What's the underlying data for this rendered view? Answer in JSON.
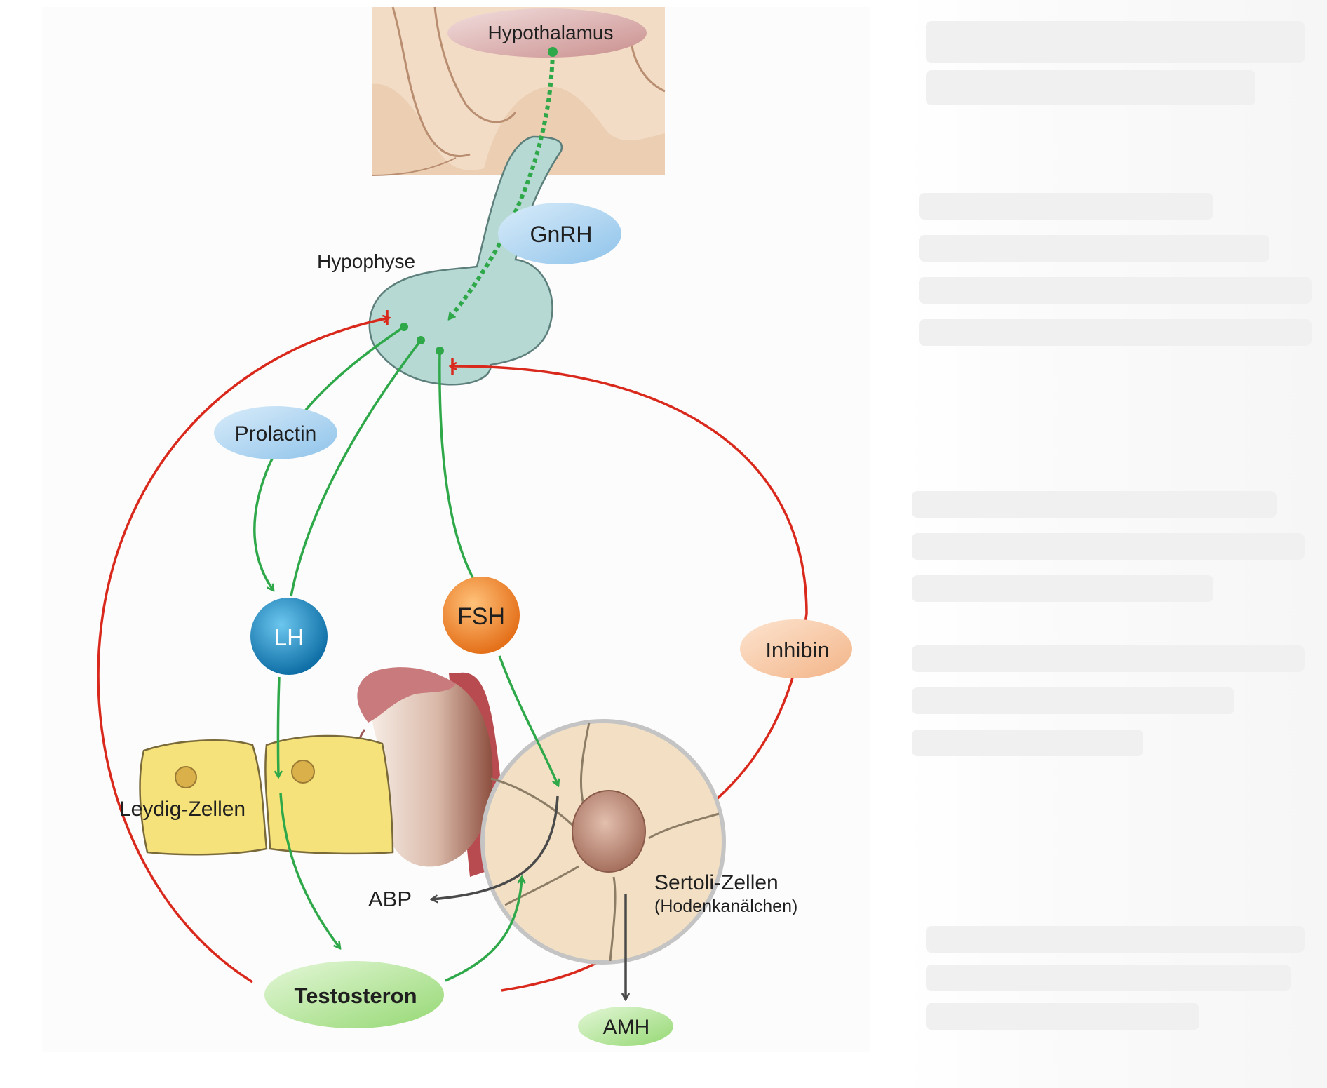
{
  "labels": {
    "hypothalamus": "Hypothalamus",
    "gnrh": "GnRH",
    "hypophyse": "Hypophyse",
    "prolactin": "Prolactin",
    "lh": "LH",
    "fsh": "FSH",
    "inhibin": "Inhibin",
    "leydig": "Leydig-Zellen",
    "sertoli": "Sertoli-Zellen",
    "sertoli_sub": "(Hodenkanälchen)",
    "abp": "ABP",
    "testosteron": "Testosteron",
    "amh": "AMH"
  },
  "colors": {
    "stimulation": "#2fa84a",
    "inhibition": "#d9291c",
    "secretion": "#4a4a4a",
    "pituitary": "#b7d9d4",
    "lh_badge": "#1b8ec6",
    "fsh_badge": "#f08a24",
    "hormone_bubble": "#a9d3f0",
    "inhibin_bubble": "#f6c8a6",
    "testosteron_bubble": "#b6e59c",
    "hypothalamus_bubble": "#d9a9a8",
    "leydig_cell": "#f5e27a",
    "sertoli_tubule": "#f3e0c4"
  }
}
